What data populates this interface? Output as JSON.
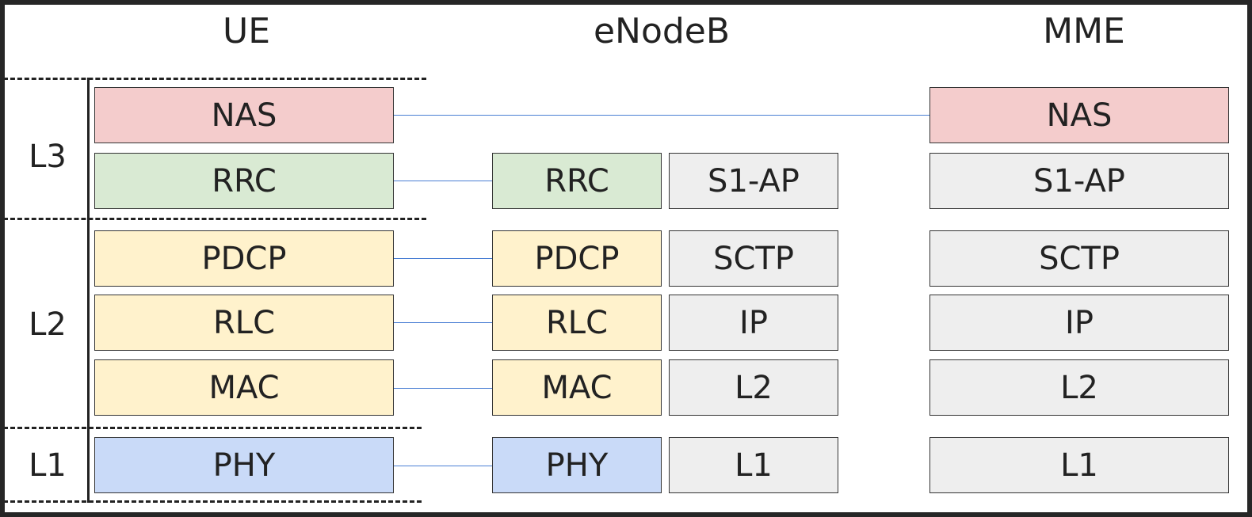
{
  "columns": {
    "ue": "UE",
    "enodeb": "eNodeB",
    "mme": "MME"
  },
  "layers": {
    "l3": "L3",
    "l2": "L2",
    "l1": "L1"
  },
  "ue_stack": {
    "nas": "NAS",
    "rrc": "RRC",
    "pdcp": "PDCP",
    "rlc": "RLC",
    "mac": "MAC",
    "phy": "PHY"
  },
  "enodeb_radio_stack": {
    "rrc": "RRC",
    "pdcp": "PDCP",
    "rlc": "RLC",
    "mac": "MAC",
    "phy": "PHY"
  },
  "enodeb_s1_stack": {
    "s1ap": "S1-AP",
    "sctp": "SCTP",
    "ip": "IP",
    "l2": "L2",
    "l1": "L1"
  },
  "mme_stack": {
    "nas": "NAS",
    "s1ap": "S1-AP",
    "sctp": "SCTP",
    "ip": "IP",
    "l2": "L2",
    "l1": "L1"
  },
  "colors": {
    "nas": "#f4cccc",
    "rrc": "#d9ead3",
    "l2_protocols": "#fff2cc",
    "phy": "#c9daf8",
    "transport": "#eeeeee",
    "peer_line": "#4a7fd4"
  }
}
